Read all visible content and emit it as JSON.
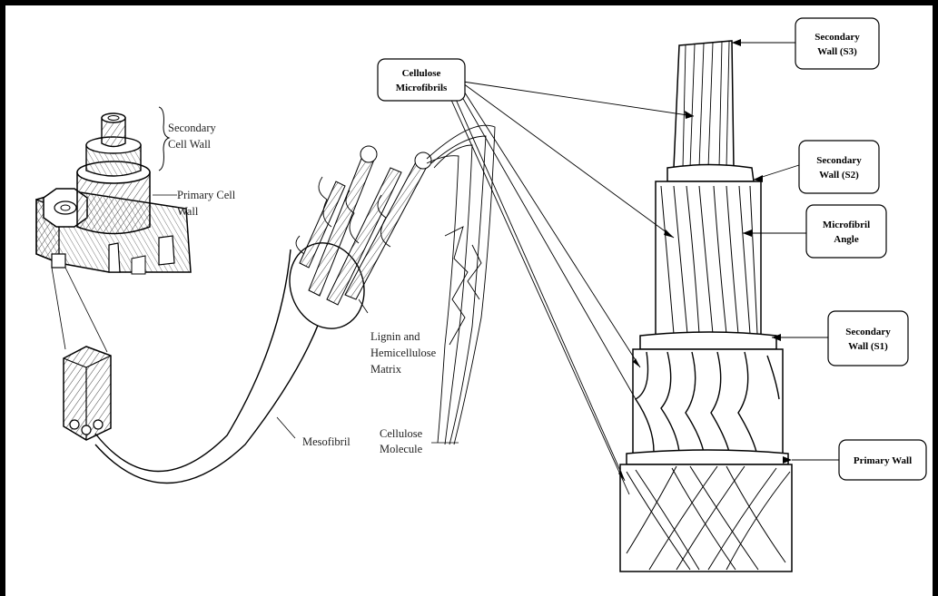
{
  "left_labels": {
    "secondary_cell_wall": [
      "Secondary",
      "Cell Wall"
    ],
    "primary_cell_wall": [
      "Primary Cell",
      "Wall"
    ],
    "lignin_matrix": [
      "Lignin and",
      "Hemicellulose",
      "Matrix"
    ],
    "mesofibril": "Mesofibril",
    "cellulose_molecule": [
      "Cellulose",
      "Molecule"
    ]
  },
  "callouts": {
    "cellulose_microfibrils": [
      "Cellulose",
      "Microfibrils"
    ],
    "secondary_wall_s3": [
      "Secondary",
      "Wall (S3)"
    ],
    "secondary_wall_s2": [
      "Secondary",
      "Wall (S2)"
    ],
    "microfibril_angle": [
      "Microfibril",
      "Angle"
    ],
    "secondary_wall_s1": [
      "Secondary",
      "Wall (S1)"
    ],
    "primary_wall": "Primary Wall"
  }
}
